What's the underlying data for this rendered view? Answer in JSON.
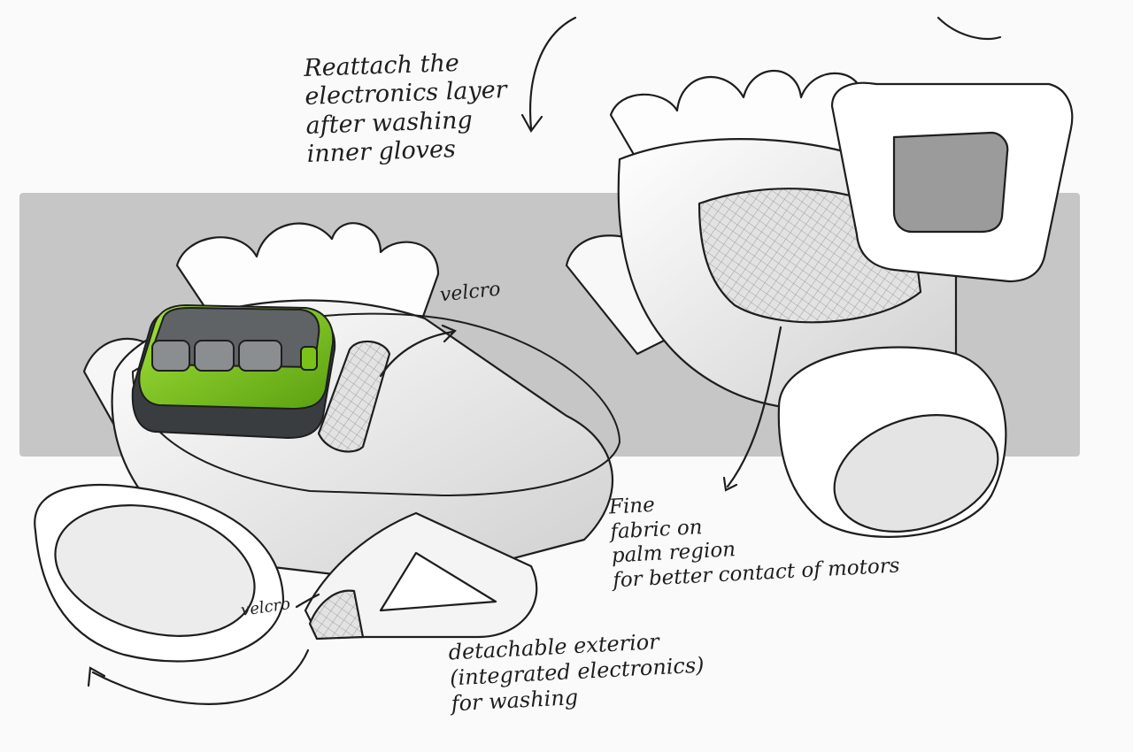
{
  "annotations": {
    "reattach": [
      "Reattach the",
      "electronics layer",
      "after washing",
      "inner gloves"
    ],
    "velcro_top": "velcro",
    "fine_fabric": [
      "Fine",
      "fabric on",
      "palm region",
      "for better contact of motors"
    ],
    "velcro_bottom": "velcro",
    "detachable": [
      "detachable exterior",
      "(integrated electronics)",
      "for washing"
    ]
  },
  "colors": {
    "background": "#fafafa",
    "backdrop": "#c6c6c6",
    "glove": "#ffffff",
    "line": "#1e1e1e",
    "device_accent": "#7ac21a",
    "device_body": "#5f6366"
  }
}
